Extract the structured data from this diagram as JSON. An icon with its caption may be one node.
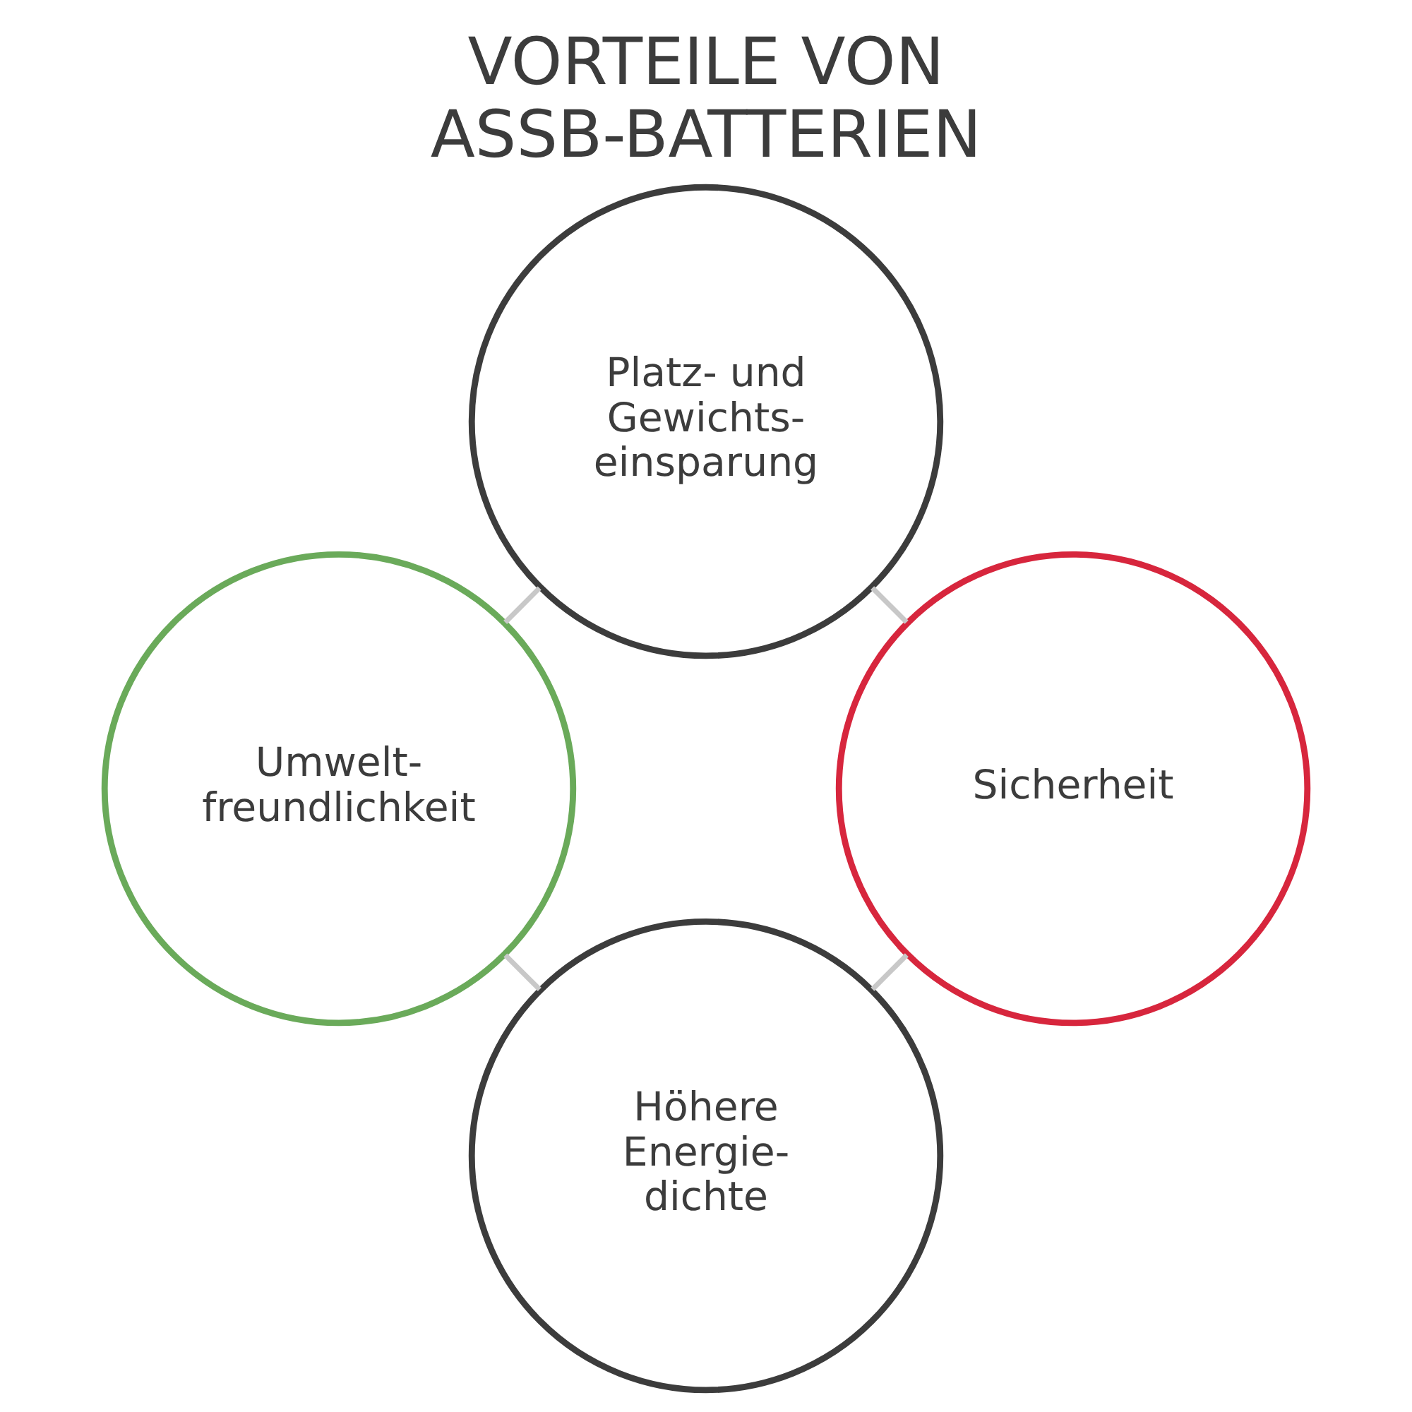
{
  "diagram": {
    "title": "VORTEILE VON ASSB-BATTERIEN",
    "nodes": [
      {
        "text": [
          "Höhere Energie- dichte"
        ]
      },
      {
        "text": [
          "Sicherheit"
        ]
      },
      {
        "text": [
          "Umwelt- freundlichkeit"
        ]
      },
      {
        "text": [
          "Platz- und Gewichts- einsparung"
        ]
      }
    ],
    "edges": [
      {
        "from": 0,
        "to": 2,
        "arrow": "none"
      },
      {
        "from": 2,
        "to": 3,
        "arrow": "none"
      },
      {
        "from": 3,
        "to": 1,
        "arrow": "none"
      },
      {
        "from": 1,
        "to": 0,
        "arrow": "none"
      }
    ]
  }
}
